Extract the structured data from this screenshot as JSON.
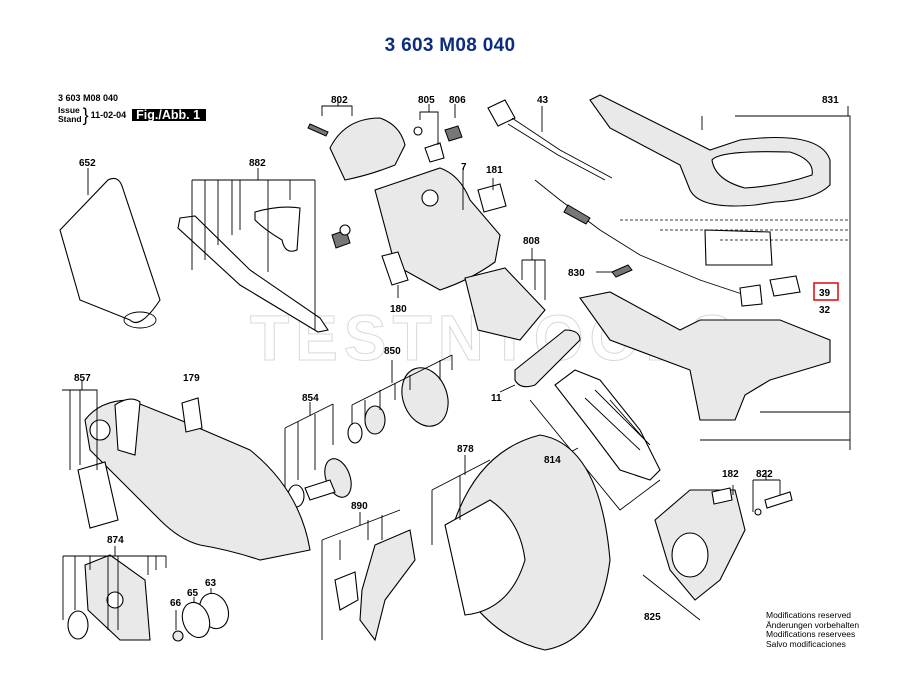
{
  "document": {
    "title": "3 603 M08 040",
    "part_code": "3 603 M08 040",
    "issue_label": "Issue",
    "stand_label": "Stand",
    "issue_date": "11-02-04",
    "figure_label": "Fig./Abb. 1",
    "watermark": "TESTNTOOLS",
    "highlight_color": "#e0141e",
    "title_color": "#0d2c80"
  },
  "parts": [
    {
      "id": "802"
    },
    {
      "id": "805"
    },
    {
      "id": "806"
    },
    {
      "id": "43"
    },
    {
      "id": "831"
    },
    {
      "id": "652"
    },
    {
      "id": "882"
    },
    {
      "id": "7"
    },
    {
      "id": "181"
    },
    {
      "id": "808"
    },
    {
      "id": "830"
    },
    {
      "id": "39",
      "highlighted": true
    },
    {
      "id": "32"
    },
    {
      "id": "180"
    },
    {
      "id": "850"
    },
    {
      "id": "857"
    },
    {
      "id": "179"
    },
    {
      "id": "854"
    },
    {
      "id": "11"
    },
    {
      "id": "814"
    },
    {
      "id": "878"
    },
    {
      "id": "182"
    },
    {
      "id": "822"
    },
    {
      "id": "890"
    },
    {
      "id": "874"
    },
    {
      "id": "63"
    },
    {
      "id": "65"
    },
    {
      "id": "66"
    },
    {
      "id": "825"
    }
  ],
  "footer": {
    "lines": [
      "Modifications reserved",
      "Änderungen vorbehalten",
      "Modifications reservees",
      "Salvo modificaciones"
    ]
  }
}
